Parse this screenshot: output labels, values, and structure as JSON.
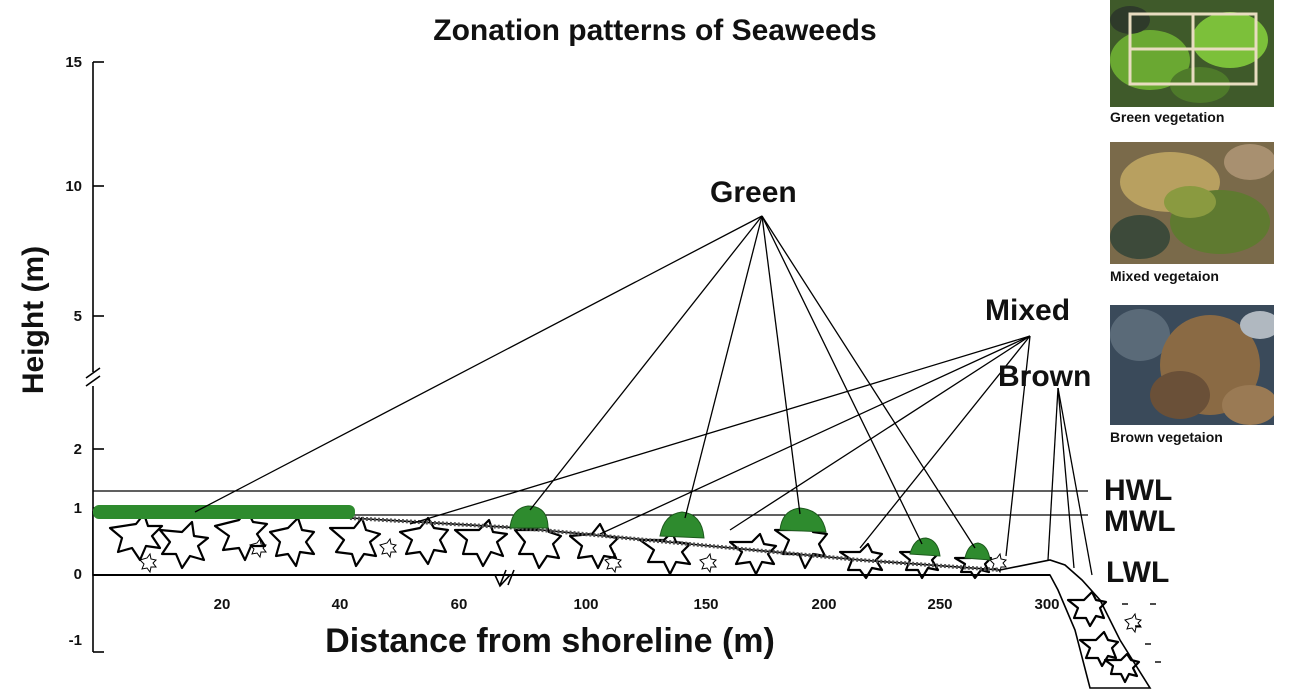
{
  "title": "Zonation patterns of Seaweeds",
  "y_axis": {
    "label": "Height (m)",
    "ticks": [
      "15",
      "10",
      "5",
      "2",
      "1",
      "0",
      "-1"
    ]
  },
  "x_axis": {
    "label": "Distance from shoreline (m)",
    "ticks": [
      "20",
      "40",
      "60",
      "100",
      "150",
      "200",
      "250",
      "300"
    ]
  },
  "callouts": {
    "green": "Green",
    "mixed": "Mixed",
    "brown": "Brown"
  },
  "water_levels": {
    "hwl": "HWL",
    "mwl": "MWL",
    "lwl": "LWL"
  },
  "photos": [
    {
      "caption": "Green vegetation",
      "icon": "quadrat-green-algae-photo",
      "tone": "#5a8a2a"
    },
    {
      "caption": "Mixed vegetaion",
      "icon": "mixed-algae-photo",
      "tone": "#8a7a3a"
    },
    {
      "caption": "Brown vegetaion",
      "icon": "brown-algae-photo",
      "tone": "#7a5a3a"
    }
  ],
  "colors": {
    "green_seaweed": "#2e8b2e",
    "line": "#000000"
  }
}
